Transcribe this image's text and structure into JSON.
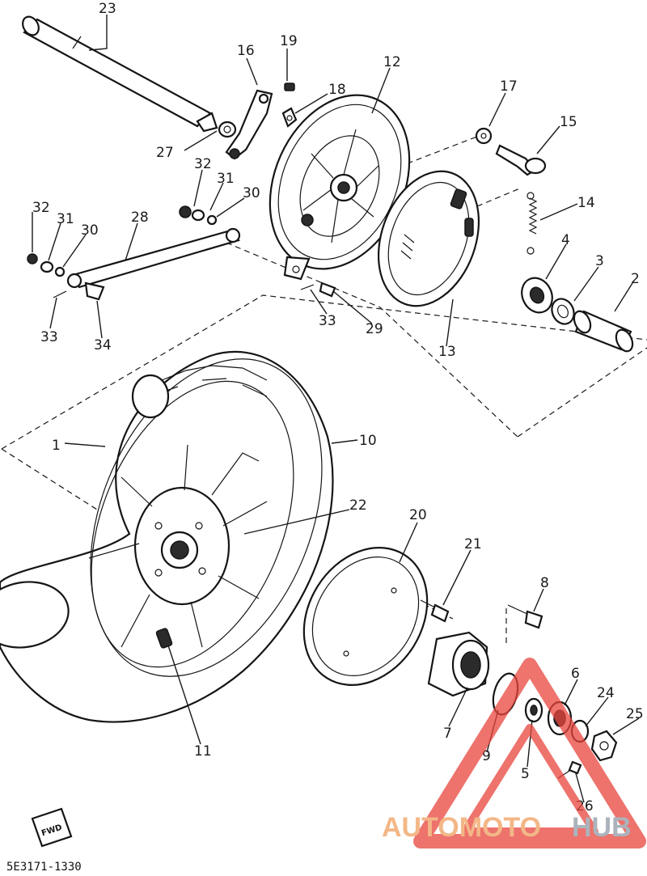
{
  "diagram": {
    "callouts": [
      "1",
      "2",
      "3",
      "4",
      "5",
      "6",
      "7",
      "8",
      "9",
      "10",
      "11",
      "12",
      "13",
      "14",
      "15",
      "16",
      "17",
      "18",
      "19",
      "20",
      "21",
      "22",
      "23",
      "24",
      "25",
      "26",
      "27",
      "28",
      "29",
      "30",
      "31",
      "32",
      "33",
      "34"
    ],
    "callouts_left_group": {
      "n30": "30",
      "n31": "31",
      "n32": "32",
      "n33": "33",
      "n34": "34"
    },
    "front_badge": "FWD",
    "drawing_code": "5E3171-1330",
    "colors": {
      "ink": "#1a1a1a",
      "watermark_red": "#e8453c",
      "watermark_orange": "#f0a060",
      "watermark_gray": "#8f9aa6"
    }
  },
  "watermark": {
    "brand_left": "AUTOMOTO",
    "brand_right": "HUB",
    "icon": "warning-triangle-icon"
  }
}
